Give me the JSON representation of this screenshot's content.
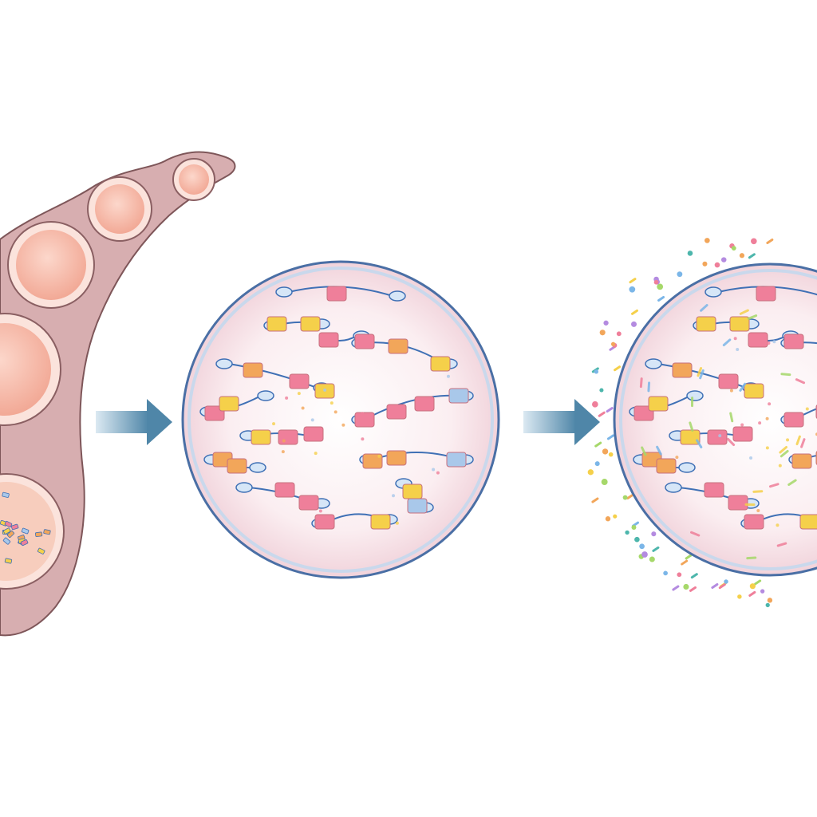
{
  "diagram": {
    "stages": [
      {
        "id": "tissue",
        "description_name": "cell-cluster",
        "vesicle_count": 5
      },
      {
        "id": "vesicle",
        "description_name": "enlarged-vesicle"
      },
      {
        "id": "burst",
        "description_name": "releasing-vesicle"
      }
    ],
    "arrows": 2
  },
  "colors": {
    "background": "#ffffff",
    "tissue_fill": "#d9b1b1",
    "tissue_stroke": "#8a5f62",
    "cell_fill": "#f6b9a8",
    "cell_ring": "#fbe3dc",
    "vesicle_fill": "#f8e6ea",
    "vesicle_stroke": "#4a6fa5",
    "arrow": "#6f9fbc",
    "chain": "#3f70b5",
    "block_yellow": "#f5d04a",
    "block_pink": "#ef7f9a",
    "block_orange": "#f2a65a",
    "block_blue": "#a9c8ea"
  }
}
